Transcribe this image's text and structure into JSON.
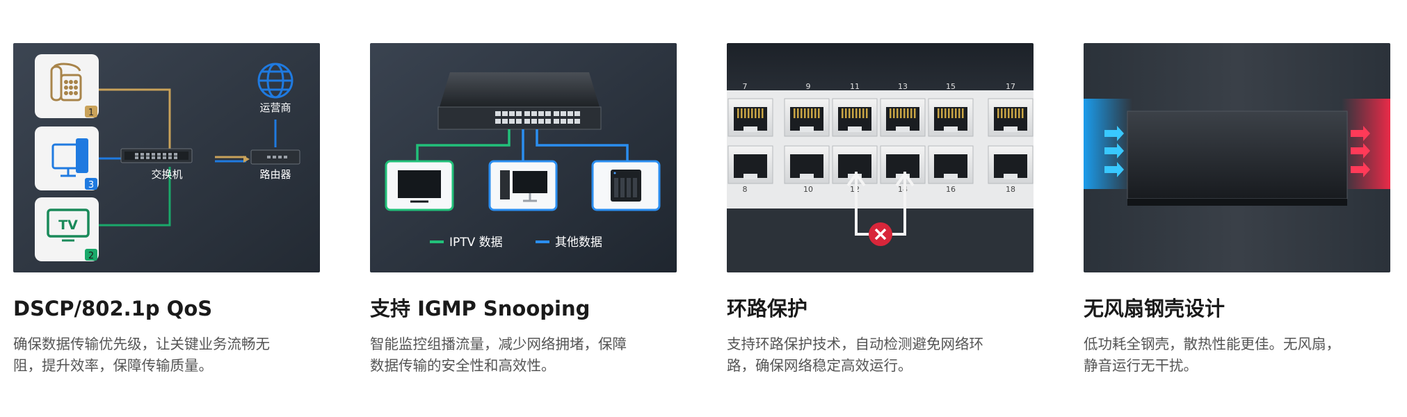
{
  "features": [
    {
      "title": "DSCP/802.1p QoS",
      "desc": [
        "确保数据传输优先级，让关键业务流畅无",
        "阻，提升效率，保障传输质量。"
      ],
      "diagram": {
        "isp_label": "运营商",
        "switch_label": "交换机",
        "router_label": "路由器",
        "tv_label": "TV",
        "badges": [
          "1",
          "3",
          "2"
        ],
        "colors": {
          "phone": "#c9a25a",
          "pc": "#1f7ae0",
          "tv": "#1aa86a"
        }
      }
    },
    {
      "title": "支持 IGMP Snooping",
      "desc": [
        "智能监控组播流量，减少网络拥堵，保障",
        "数据传输的安全性和高效性。"
      ],
      "diagram": {
        "legend": [
          {
            "label": "IPTV 数据",
            "color": "#22c07a"
          },
          {
            "label": "其他数据",
            "color": "#2b8ef0"
          }
        ]
      }
    },
    {
      "title": "环路保护",
      "desc": [
        "支持环路保护技术，自动检测避免网络环",
        "路，确保网络稳定高效运行。"
      ],
      "diagram": {
        "top_ports": [
          "7",
          "9",
          "11",
          "13",
          "15",
          "17"
        ],
        "bottom_ports": [
          "8",
          "10",
          "12",
          "14",
          "16",
          "18"
        ]
      }
    },
    {
      "title": "无风扇钢壳设计",
      "desc": [
        "低功耗全钢壳，散热性能更佳。无风扇，",
        "静音运行无干扰。"
      ]
    }
  ]
}
